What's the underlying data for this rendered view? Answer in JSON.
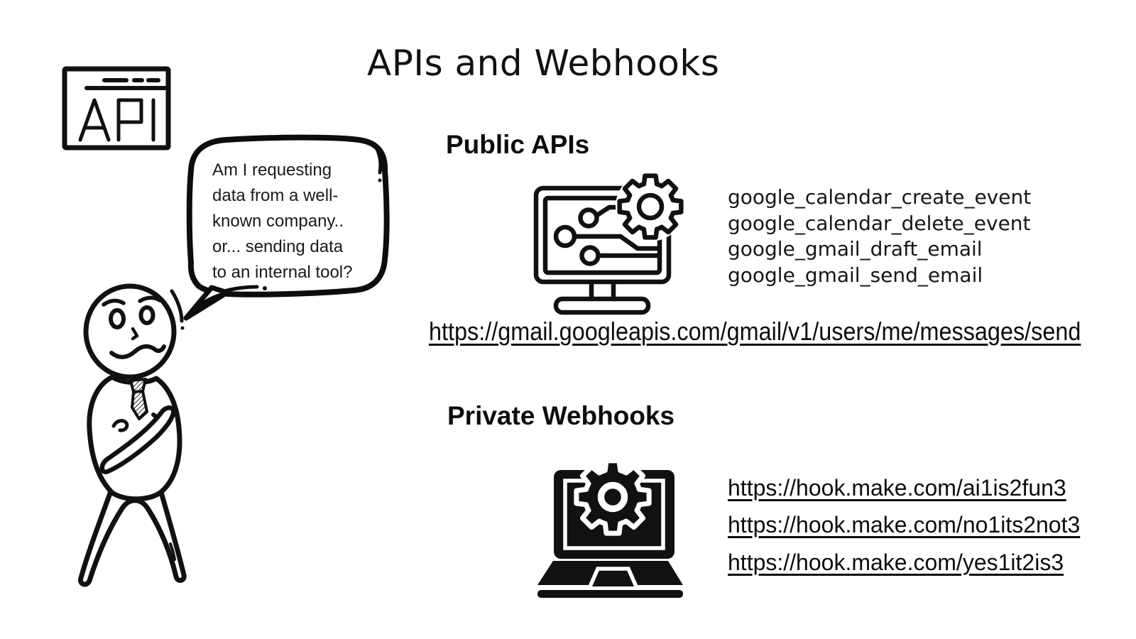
{
  "title": "APIs and Webhooks",
  "api_badge": {
    "label": "API"
  },
  "speech_bubble": {
    "lines": [
      "Am I requesting",
      "data from a well-",
      "known company..",
      "or... sending data",
      "to an internal tool?"
    ]
  },
  "public_apis": {
    "heading": "Public APIs",
    "api_names": [
      "google_calendar_create_event",
      "google_calendar_delete_event",
      "google_gmail_draft_email",
      "google_gmail_send_email"
    ],
    "endpoint_url": "https://gmail.googleapis.com/gmail/v1/users/me/messages/send"
  },
  "private_webhooks": {
    "heading": "Private Webhooks",
    "webhook_urls": [
      "https://hook.make.com/ai1is2fun3",
      "https://hook.make.com/no1its2not3",
      "https://hook.make.com/yes1it2is3"
    ]
  },
  "icons": {
    "api_window_icon": "browser-window-with-api-label",
    "public_api_icon": "monitor-circuit-gear",
    "private_webhook_icon": "laptop-gear",
    "person_illustration": "confused-person-doodle",
    "speech_bubble_shape": "hand-drawn-speech-bubble"
  },
  "colors": {
    "ink": "#111111",
    "background": "#ffffff"
  }
}
